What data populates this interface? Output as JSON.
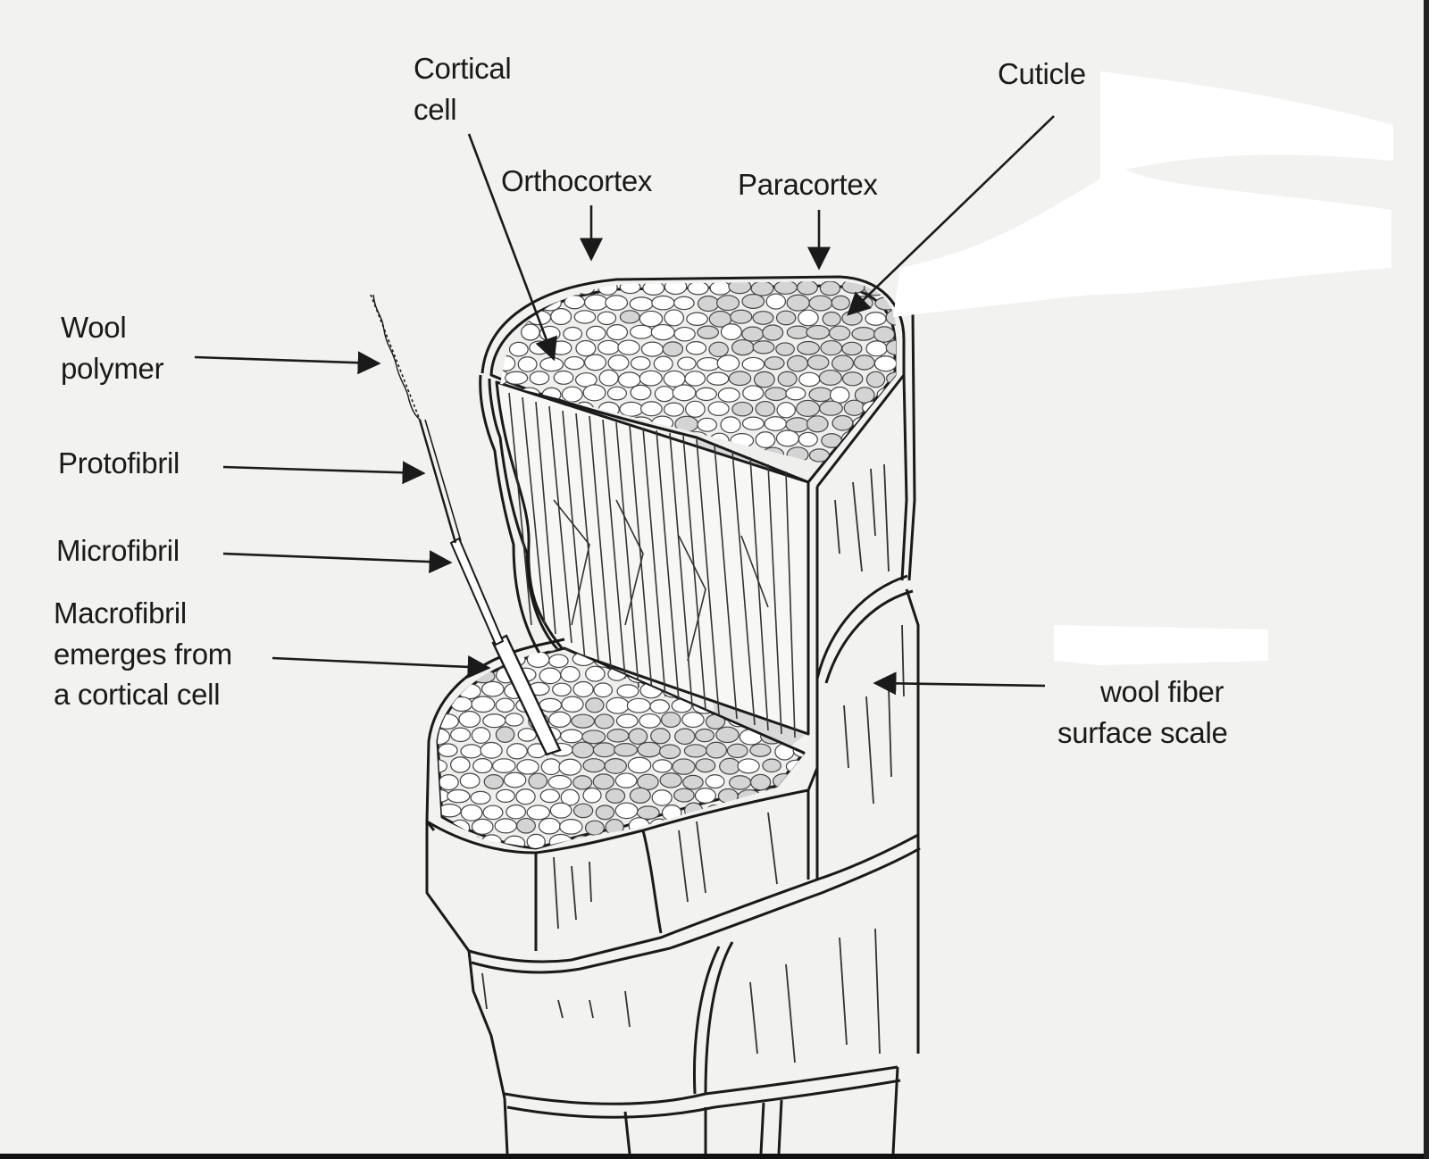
{
  "labels": {
    "cortical_cell": [
      "Cortical",
      "cell"
    ],
    "cuticle": "Cuticle",
    "orthocortex": "Orthocortex",
    "paracortex": "Paracortex",
    "wool_polymer": [
      "Wool",
      "polymer"
    ],
    "protofibril": "Protofibril",
    "microfibril": "Microfibril",
    "macrofibril": [
      "Macrofibril",
      "emerges from",
      "a cortical cell"
    ],
    "surface_scale": [
      "wool fiber",
      "surface scale"
    ]
  },
  "colors": {
    "background": "#f2f2f0",
    "ink": "#1a1a1a",
    "cell_fill": "#ffffff",
    "paracortex_cell_fill": "#d4d4d4",
    "paracortex_side_fill": "#d9d9d9"
  }
}
